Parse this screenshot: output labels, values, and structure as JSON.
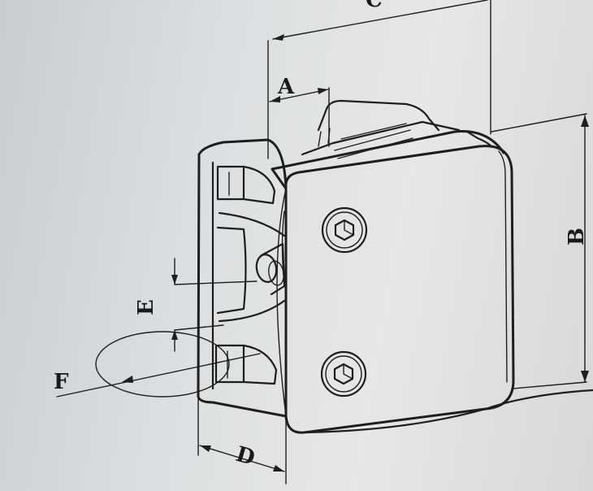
{
  "diagram": {
    "dimension_labels": {
      "a": "A",
      "b": "B",
      "c": "C",
      "d": "D",
      "e": "E",
      "f": "F"
    }
  },
  "colors": {
    "ink": "#1e1e1e",
    "paper": "#dcdfe1"
  }
}
